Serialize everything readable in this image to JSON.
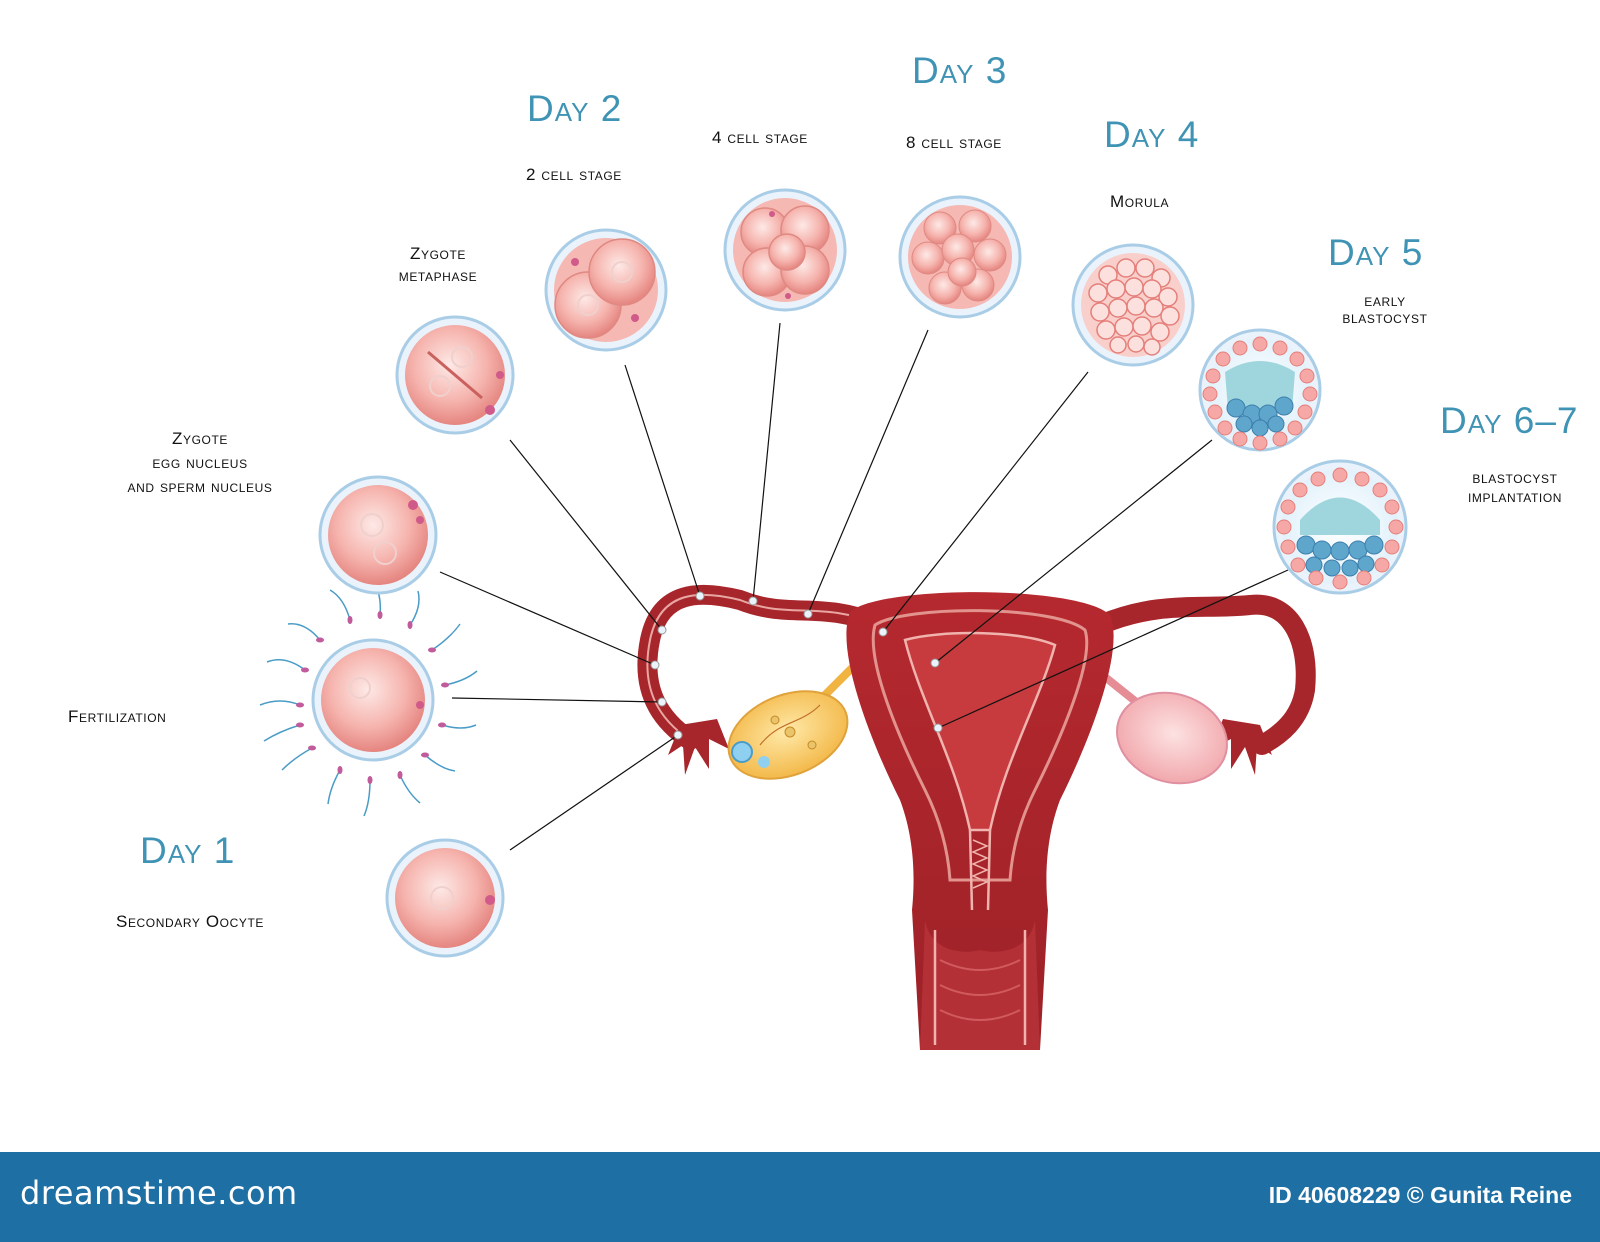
{
  "days": {
    "day1": "Day 1",
    "day2": "Day 2",
    "day3": "Day 3",
    "day4": "Day 4",
    "day5": "Day 5",
    "day67": "Day 6–7"
  },
  "stages": {
    "secondary_oocyte": "Secondary Oocyte",
    "fertilization": "Fertilization",
    "zygote": "Zygote",
    "zygote_nuclei_line1": "egg nucleus",
    "zygote_nuclei_line2": "and sperm nucleus",
    "zygote_metaphase_line1": "Zygote",
    "zygote_metaphase_line2": "metaphase",
    "two_cell": "2 cell stage",
    "four_cell": "4 cell stage",
    "eight_cell": "8 cell stage",
    "morula": "Morula",
    "early_blastocyst_line1": "early",
    "early_blastocyst_line2": "blastocyst",
    "blastocyst_line1": "blastocyst",
    "blastocyst_line2": "implantation"
  },
  "footer": {
    "brand": "dreamstime.com",
    "credit": "ID 40608229 © Gunita Reine"
  },
  "colors": {
    "day_label": "#3f93b4",
    "uterus": "#a7262b",
    "footer_bar": "#1e6fa4",
    "cell_pink": "#f4a3a0",
    "blastocyst_blue": "#5fa6cd"
  }
}
